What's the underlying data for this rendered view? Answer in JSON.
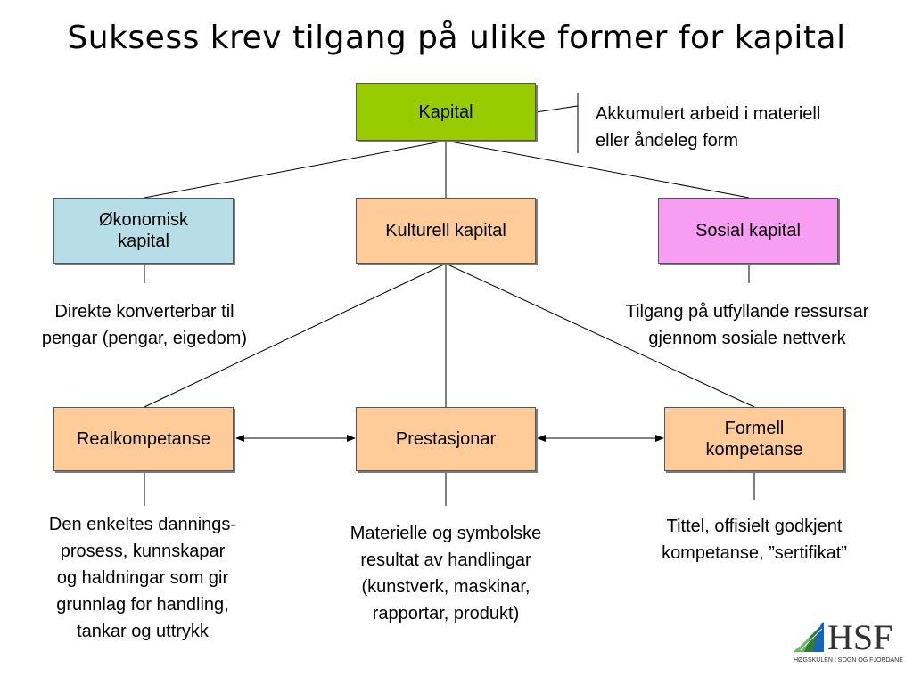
{
  "title": "Suksess krev tilgang på ulike former for kapital",
  "boxes": {
    "kapital": "Kapital",
    "okonomisk": "Økonomisk\nkapital",
    "kulturell": "Kulturell kapital",
    "sosial": "Sosial kapital",
    "realkompetanse": "Realkompetanse",
    "prestasjonar": "Prestasjonar",
    "formell": "Formell\nkompetanse"
  },
  "notes": {
    "kapital": "Akkumulert arbeid i materiell\neller åndeleg form",
    "okonomisk": "Direkte konverterbar til\npengar (pengar, eigedom)",
    "sosial": "Tilgang på utfyllande ressursar\ngjennom sosiale nettverk",
    "realkompetanse": "Den enkeltes dannings-\nprosess, kunnskapar\nog haldningar som gir\ngrunnlag for handling,\ntankar og uttrykk",
    "prestasjonar": "Materielle og symbolske\nresultat av handlingar\n(kunstverk, maskinar,\nrapportar, produkt)",
    "formell": "Tittel, offisielt godkjent\nkompetanse, ”sertifikat”"
  },
  "logo": {
    "name": "HSF",
    "subtitle": "HØGSKULEN I SOGN OG FJORDANE",
    "colors": [
      "#2e7d32",
      "#66bb6a",
      "#1565c0"
    ]
  },
  "colors": {
    "kapital": "#99cc00",
    "okonomisk": "#b7dee8",
    "kulturell": "#ffcc99",
    "sosial": "#f79ef2"
  }
}
